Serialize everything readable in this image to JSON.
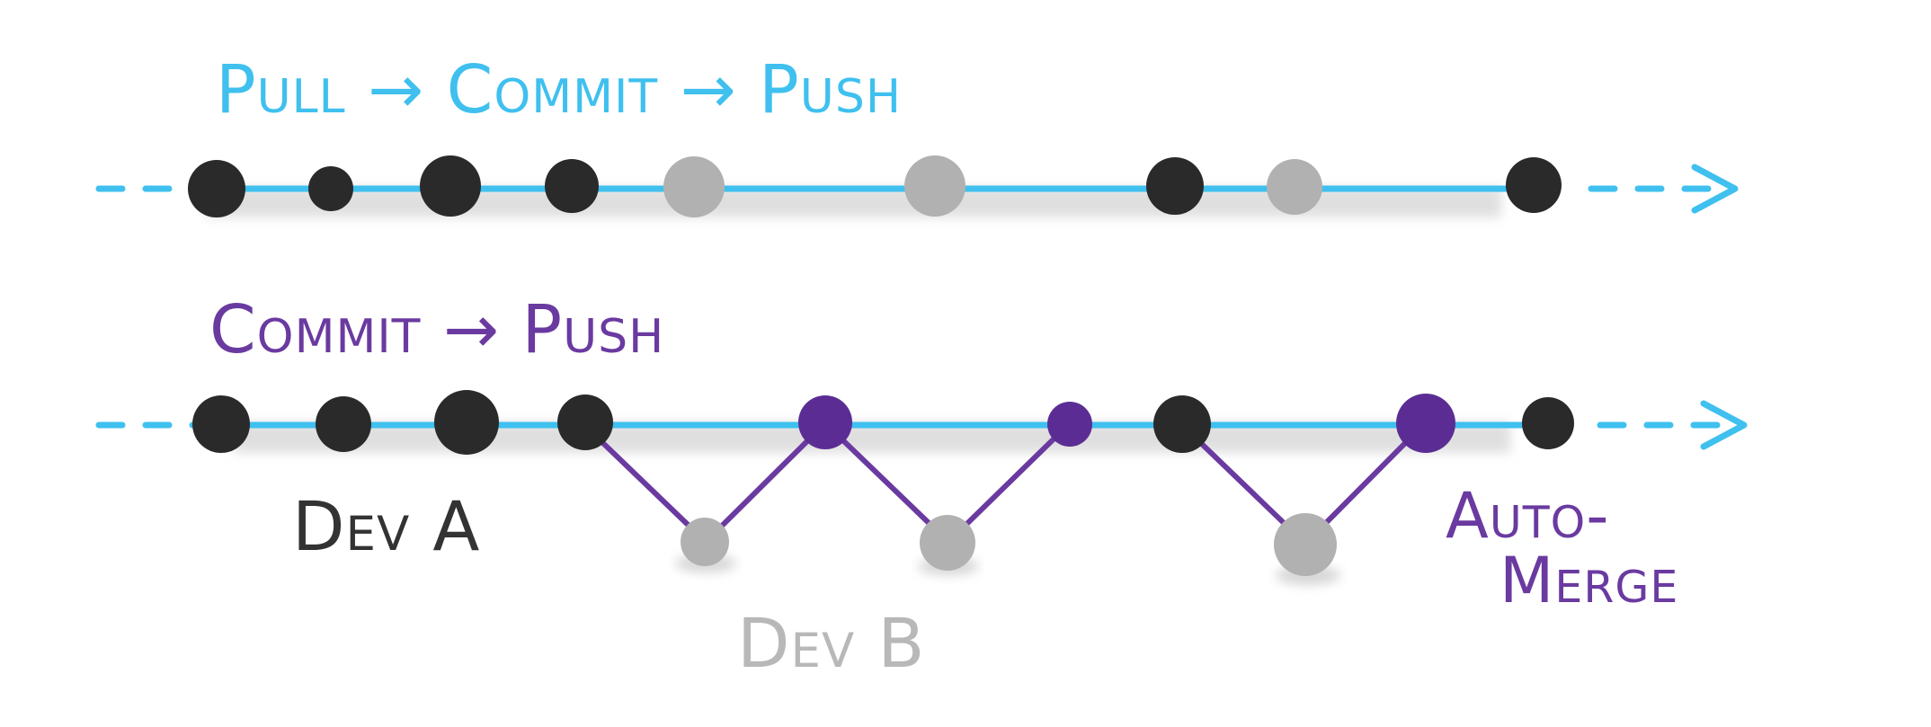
{
  "colors": {
    "timeline": "#3fc0ef",
    "commit_dark": "#2a2a2a",
    "commit_gray": "#b1b1b1",
    "commit_purple": "#5b2d94",
    "branch_purple": "#6a3aa0",
    "shadow": "#dddddd",
    "label_dark": "#333333",
    "label_gray": "#b8b8b8",
    "label_blue": "#3fc0ef",
    "label_purple": "#6a3aa0"
  },
  "top_flow": {
    "title": "Pull → Commit → Push"
  },
  "bottom_flow": {
    "title": "Commit → Push"
  },
  "labels": {
    "dev_a": "Dev A",
    "dev_b": "Dev B",
    "auto_merge_line1": "Auto-",
    "auto_merge_line2": "Merge"
  },
  "icons": {
    "arrow": "arrow-right-icon"
  }
}
